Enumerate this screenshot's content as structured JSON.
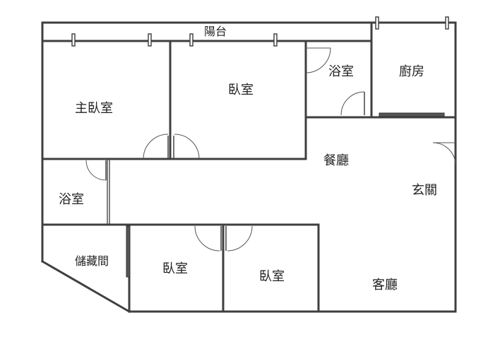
{
  "rooms": {
    "balcony": "陽台",
    "master_bedroom": "主臥室",
    "bedroom_upper": "臥室",
    "bathroom_upper": "浴室",
    "kitchen": "廚房",
    "dining_room": "餐廳",
    "entrance": "玄關",
    "bathroom_lower": "浴室",
    "storage": "儲藏間",
    "bedroom_lower_left": "臥室",
    "bedroom_lower_right": "臥室",
    "living_room": "客廳"
  },
  "colors": {
    "wall": "#3f3f3f",
    "text": "#222222",
    "background": "#ffffff"
  }
}
